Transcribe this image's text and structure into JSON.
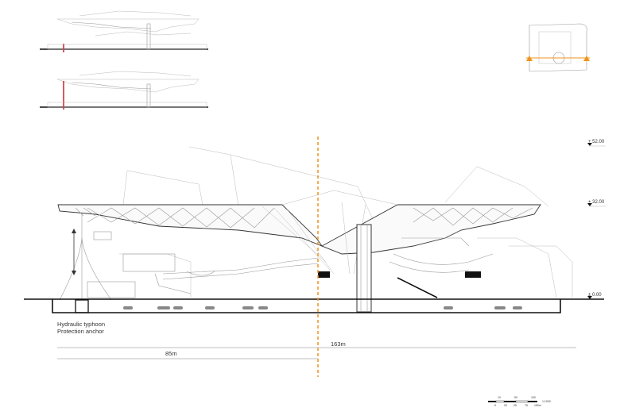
{
  "levels": [
    {
      "label": "+ 52.00"
    },
    {
      "label": "+ 32.00"
    },
    {
      "label": "± 0.00"
    }
  ],
  "annotation": {
    "line1": "Hydraulic typhoon",
    "line2": "Protection anchor"
  },
  "dimensions": {
    "total": "163m",
    "partial": "85m"
  },
  "scale_bar": {
    "top_ticks": [
      "10",
      "50",
      "100"
    ],
    "bottom_ticks": [
      "0",
      "20",
      "25",
      "75",
      "150m"
    ],
    "ratio": "1:1000"
  },
  "colors": {
    "section_cut": "#f0931e",
    "highlight": "#d0202a",
    "ink": "#111111"
  }
}
